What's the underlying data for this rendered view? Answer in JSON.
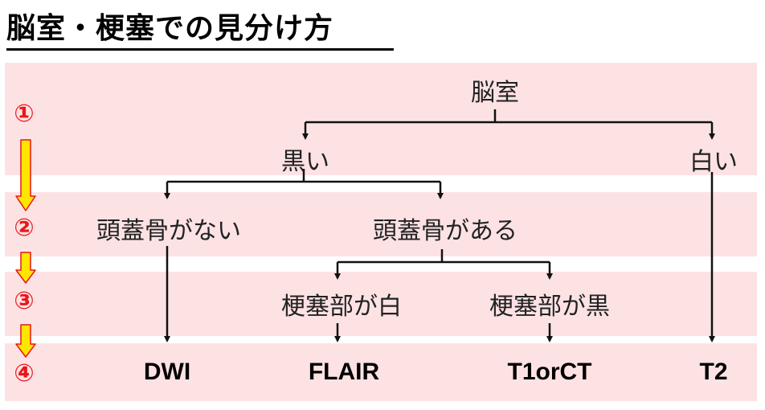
{
  "title": "脳室・梗塞での見分け方",
  "steps": [
    "①",
    "②",
    "③",
    "④"
  ],
  "nodes": {
    "ventricle": "脳室",
    "black": "黒い",
    "white": "白い",
    "no_skull": "頭蓋骨がない",
    "has_skull": "頭蓋骨がある",
    "infarct_white": "梗塞部が白",
    "infarct_black": "梗塞部が黒"
  },
  "results": {
    "dwi": "DWI",
    "flair": "FLAIR",
    "t1orct": "T1orCT",
    "t2": "T2"
  },
  "colors": {
    "band": "#fde2e4",
    "step_text": "#e8161b",
    "arrow_fill": "#ffe600",
    "arrow_stroke": "#e8161b"
  }
}
